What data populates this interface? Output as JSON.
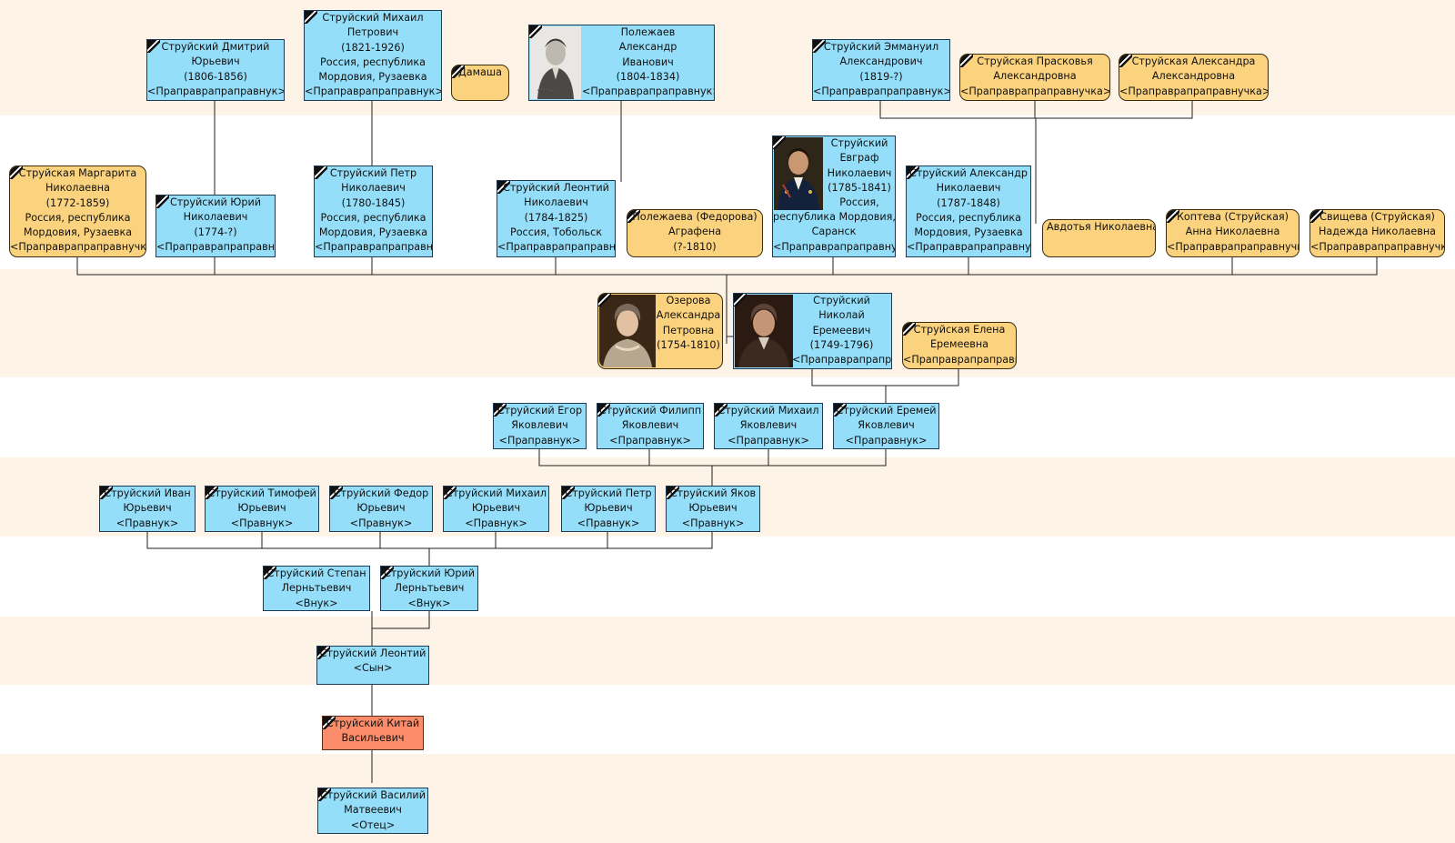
{
  "colors": {
    "male": "#94def9",
    "female": "#fbd37e",
    "self": "#fb8d6a",
    "band": "#fdf3e6",
    "line": "#1f1f1f"
  },
  "people": {
    "dmitry": [
      "Струйский Дмитрий",
      "Юрьевич",
      "(1806-1856)",
      "<Праправрапраправнук>"
    ],
    "mikhail_p": [
      "Струйский Михаил",
      "Петрович",
      "(1821-1926)",
      "Россия, республика",
      "Мордовия, Рузаевка",
      "<Праправрапраправнук>"
    ],
    "damasha": [
      "Дамаша"
    ],
    "polezhaev": [
      "Полежаев",
      "Александр",
      "Иванович",
      "(1804-1834)",
      "<Праправрапраправнук>"
    ],
    "emmanuil": [
      "Струйский Эммануил",
      "Александрович",
      "(1819-?)",
      "<Праправрапраправнук>"
    ],
    "praskovya": [
      "Струйская Прасковья",
      "Александровна",
      "<Праправрапраправнучка>"
    ],
    "aleksandra": [
      "Струйская Александра",
      "Александровна",
      "<Праправрапраправнучка>"
    ],
    "margarita": [
      "Струйская Маргарита",
      "Николаевна",
      "(1772-1859)",
      "Россия, республика",
      "Мордовия, Рузаевка",
      "<Праправрапраправнучка>"
    ],
    "yuri_n": [
      "Струйский Юрий",
      "Николаевич",
      "(1774-?)",
      "<Праправрапраправнук>"
    ],
    "petr_n": [
      "Струйский Петр",
      "Николаевич",
      "(1780-1845)",
      "Россия, республика",
      "Мордовия, Рузаевка",
      "<Праправрапраправнук>"
    ],
    "leonty_n": [
      "Струйский Леонтий",
      "Николаевич",
      "(1784-1825)",
      "Россия, Тобольск",
      "<Праправрапраправнук>"
    ],
    "agrafena": [
      "Полежаева (Федорова)",
      "Аграфена",
      "(?-1810)"
    ],
    "evgraf": [
      "Струйский",
      "Евграф",
      "Николаевич",
      "(1785-1841)",
      "Россия,",
      "республика Мордовия,",
      "Саранск",
      "<Праправрапраправнук>"
    ],
    "aleksandr_n": [
      "Струйский Александр",
      "Николаевич",
      "(1787-1848)",
      "Россия, республика",
      "Мордовия, Рузаевка",
      "<Праправрапраправнук>"
    ],
    "avdotya": [
      "Авдотья Николаевна"
    ],
    "kopteva": [
      "Коптева (Струйская)",
      "Анна Николаевна",
      "<Праправрапраправнучка>"
    ],
    "svishcheva": [
      "Свищева (Струйская)",
      "Надежда Николаевна",
      "<Праправрапраправнучка>"
    ],
    "ozerova": [
      "Озерова",
      "Александра",
      "Петровна",
      "(1754-1810)"
    ],
    "nikolay": [
      "Струйский",
      "Николай",
      "Еремеевич",
      "(1749-1796)",
      "<Праправрапраправнук>"
    ],
    "elena": [
      "Струйская Елена",
      "Еремеевна",
      "<Праправрапраправнучка>"
    ],
    "egor": [
      "Струйский Егор",
      "Яковлевич",
      "<Праправнук>"
    ],
    "filipp": [
      "Струйский Филипп",
      "Яковлевич",
      "<Праправнук>"
    ],
    "mikhail_ya": [
      "Струйский Михаил",
      "Яковлевич",
      "<Праправнук>"
    ],
    "eremey": [
      "Струйский Еремей",
      "Яковлевич",
      "<Праправнук>"
    ],
    "ivan": [
      "Струйский Иван",
      "Юрьевич",
      "<Правнук>"
    ],
    "timofey": [
      "Струйский Тимофей",
      "Юрьевич",
      "<Правнук>"
    ],
    "fedor": [
      "Струйский Федор",
      "Юрьевич",
      "<Правнук>"
    ],
    "mikhail_yu": [
      "Струйский Михаил",
      "Юрьевич",
      "<Правнук>"
    ],
    "petr_yu": [
      "Струйский Петр",
      "Юрьевич",
      "<Правнук>"
    ],
    "yakov": [
      "Струйский Яков",
      "Юрьевич",
      "<Правнук>"
    ],
    "stepan": [
      "Струйский Степан",
      "Лерньтьевич",
      "<Внук>"
    ],
    "yuri_l": [
      "Струйский Юрий",
      "Лерньтьевич",
      "<Внук>"
    ],
    "leonty": [
      "Струйский Леонтий",
      "<Сын>"
    ],
    "kitay": [
      "Струйский Китай",
      "Васильевич"
    ],
    "vasily": [
      "Струйский Василий",
      "Матвеевич",
      "<Отец>"
    ]
  }
}
